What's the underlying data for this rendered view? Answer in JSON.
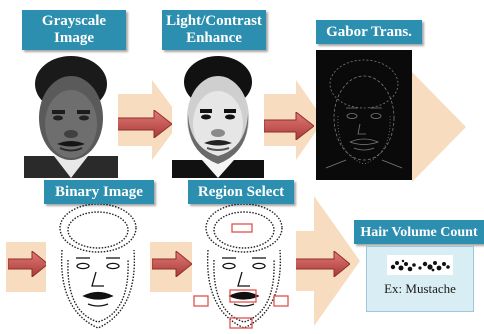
{
  "steps": [
    {
      "title_line1": "Grayscale",
      "title_line2": "Image"
    },
    {
      "title_line1": "Light/Contrast",
      "title_line2": "Enhance"
    },
    {
      "title_line1": "Gabor Trans.",
      "title_line2": ""
    },
    {
      "title_line1": "Binary Image",
      "title_line2": ""
    },
    {
      "title_line1": "Region Select",
      "title_line2": ""
    },
    {
      "title_line1": "Hair Volume Count",
      "title_line2": ""
    }
  ],
  "result_caption": "Ex: Mustache",
  "colors": {
    "label_bg": "#2c8fb0",
    "label_text": "#ffffff",
    "flow_arrow": "#f7dcc0",
    "red_arrow": "#c0504d",
    "region_box": "#e0504d"
  }
}
